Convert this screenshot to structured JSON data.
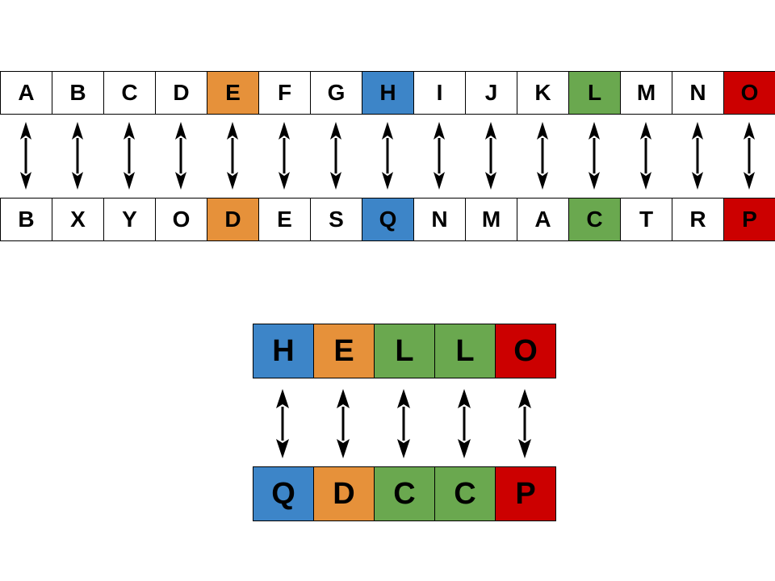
{
  "colors": {
    "orange": "#e6913a",
    "blue": "#3d85c8",
    "green": "#6aa84f",
    "red": "#cc0000",
    "white": "#ffffff"
  },
  "plain_alphabet": [
    {
      "letter": "A",
      "color": "white"
    },
    {
      "letter": "B",
      "color": "white"
    },
    {
      "letter": "C",
      "color": "white"
    },
    {
      "letter": "D",
      "color": "white"
    },
    {
      "letter": "E",
      "color": "orange"
    },
    {
      "letter": "F",
      "color": "white"
    },
    {
      "letter": "G",
      "color": "white"
    },
    {
      "letter": "H",
      "color": "blue"
    },
    {
      "letter": "I",
      "color": "white"
    },
    {
      "letter": "J",
      "color": "white"
    },
    {
      "letter": "K",
      "color": "white"
    },
    {
      "letter": "L",
      "color": "green"
    },
    {
      "letter": "M",
      "color": "white"
    },
    {
      "letter": "N",
      "color": "white"
    },
    {
      "letter": "O",
      "color": "red"
    }
  ],
  "cipher_alphabet": [
    {
      "letter": "B",
      "color": "white"
    },
    {
      "letter": "X",
      "color": "white"
    },
    {
      "letter": "Y",
      "color": "white"
    },
    {
      "letter": "O",
      "color": "white"
    },
    {
      "letter": "D",
      "color": "orange"
    },
    {
      "letter": "E",
      "color": "white"
    },
    {
      "letter": "S",
      "color": "white"
    },
    {
      "letter": "Q",
      "color": "blue"
    },
    {
      "letter": "N",
      "color": "white"
    },
    {
      "letter": "M",
      "color": "white"
    },
    {
      "letter": "A",
      "color": "white"
    },
    {
      "letter": "C",
      "color": "green"
    },
    {
      "letter": "T",
      "color": "white"
    },
    {
      "letter": "R",
      "color": "white"
    },
    {
      "letter": "P",
      "color": "red"
    }
  ],
  "plaintext_word": [
    {
      "letter": "H",
      "color": "blue"
    },
    {
      "letter": "E",
      "color": "orange"
    },
    {
      "letter": "L",
      "color": "green"
    },
    {
      "letter": "L",
      "color": "green"
    },
    {
      "letter": "O",
      "color": "red"
    }
  ],
  "ciphertext_word": [
    {
      "letter": "Q",
      "color": "blue"
    },
    {
      "letter": "D",
      "color": "orange"
    },
    {
      "letter": "C",
      "color": "green"
    },
    {
      "letter": "C",
      "color": "green"
    },
    {
      "letter": "P",
      "color": "red"
    }
  ]
}
